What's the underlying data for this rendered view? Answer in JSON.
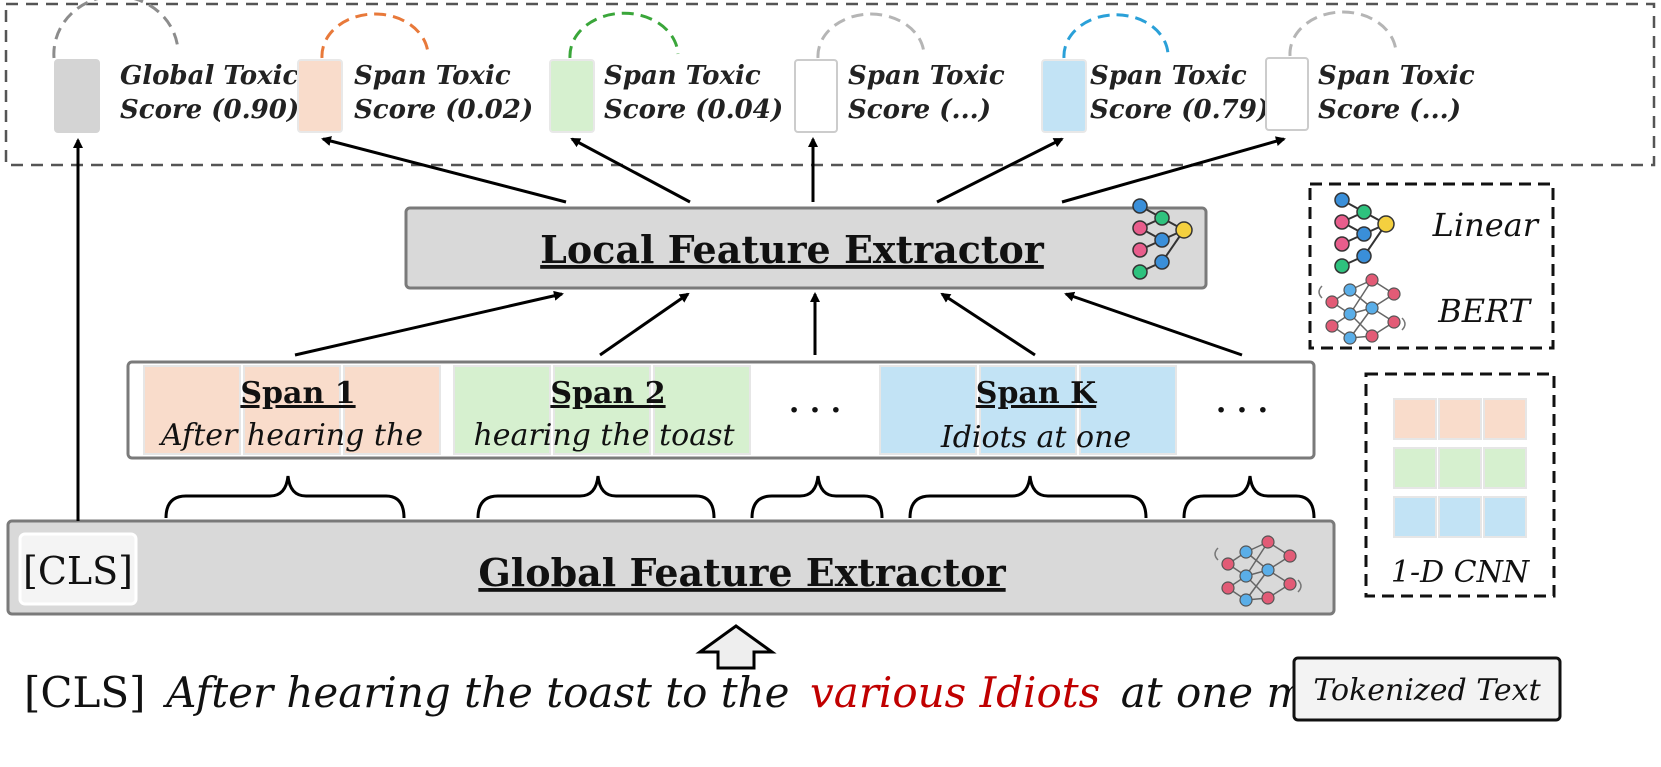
{
  "scores": [
    {
      "line1": "Global Toxic",
      "line2": "Score (0.90)",
      "fill": "#d4d4d4",
      "arc_color": "#8c8c8c"
    },
    {
      "line1": "Span Toxic",
      "line2": "Score (0.02)",
      "fill": "#f9dccb",
      "arc_color": "#e8793a"
    },
    {
      "line1": "Span Toxic",
      "line2": "Score (0.04)",
      "fill": "#d6f0cf",
      "arc_color": "#3aa63a"
    },
    {
      "line1": "Span Toxic",
      "line2": "Score (...)",
      "fill": "#ffffff",
      "arc_color": "#b5b5b5"
    },
    {
      "line1": "Span Toxic",
      "line2": "Score (0.79)",
      "fill": "#c2e3f5",
      "arc_color": "#2aa0d8"
    },
    {
      "line1": "Span Toxic",
      "line2": "Score (...)",
      "fill": "#ffffff",
      "arc_color": "#b5b5b5"
    }
  ],
  "local_extractor": {
    "label": "Local Feature Extractor"
  },
  "global_extractor": {
    "label": "Global Feature Extractor",
    "cls": "[CLS]"
  },
  "spans": [
    {
      "title": "Span 1",
      "text": "After hearing the",
      "fill": "#f9dccb"
    },
    {
      "title": "Span 2",
      "text": "hearing the toast",
      "fill": "#d6f0cf"
    },
    {
      "ellipsis": "· · ·"
    },
    {
      "title": "Span K",
      "text": "Idiots at one",
      "fill": "#c2e3f5"
    },
    {
      "ellipsis": "· · ·"
    }
  ],
  "legend": {
    "linear_label": "Linear",
    "bert_label": "BERT",
    "cnn_label": "1-D CNN"
  },
  "input": {
    "cls": "[CLS]",
    "text_before": "After hearing the toast to the",
    "text_highlight": "various Idiots",
    "text_after": "at one meal",
    "highlight_color": "#c00000"
  },
  "tokenized_label": "Tokenized Text"
}
